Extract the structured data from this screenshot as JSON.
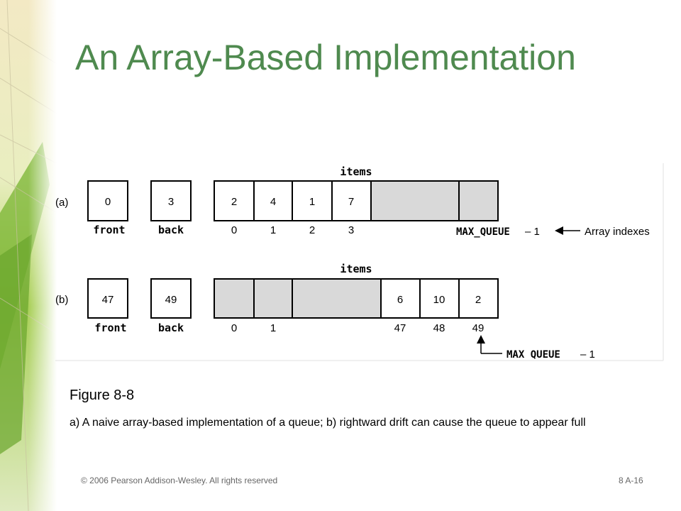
{
  "slide": {
    "title": "An Array-Based Implementation",
    "figure_heading": "Figure 8-8",
    "caption": "a) A naive array-based implementation of a queue; b) rightward drift can cause the queue to appear full",
    "footer_left": "© 2006 Pearson Addison-Wesley. All rights reserved",
    "footer_right": "8 A-16"
  },
  "diagram_a": {
    "label": "(a)",
    "items_label": "items",
    "front": {
      "value": "0",
      "label": "front"
    },
    "back": {
      "value": "3",
      "label": "back"
    },
    "cells": [
      "2",
      "4",
      "1",
      "7",
      "",
      ""
    ],
    "indexes": [
      "0",
      "1",
      "2",
      "3"
    ],
    "max_queue_label": "MAX_QUEUE",
    "max_queue_suffix": "– 1",
    "array_indexes_label": "Array indexes"
  },
  "diagram_b": {
    "label": "(b)",
    "items_label": "items",
    "front": {
      "value": "47",
      "label": "front"
    },
    "back": {
      "value": "49",
      "label": "back"
    },
    "cells": [
      "",
      "",
      "",
      "6",
      "10",
      "2"
    ],
    "indexes": [
      "0",
      "1",
      "47",
      "48",
      "49"
    ],
    "max_queue_label": "MAX QUEUE",
    "max_queue_suffix": "– 1"
  },
  "colors": {
    "title": "#4f8a4f",
    "shaded_cell": "#d9d9d9",
    "border": "#000000"
  }
}
